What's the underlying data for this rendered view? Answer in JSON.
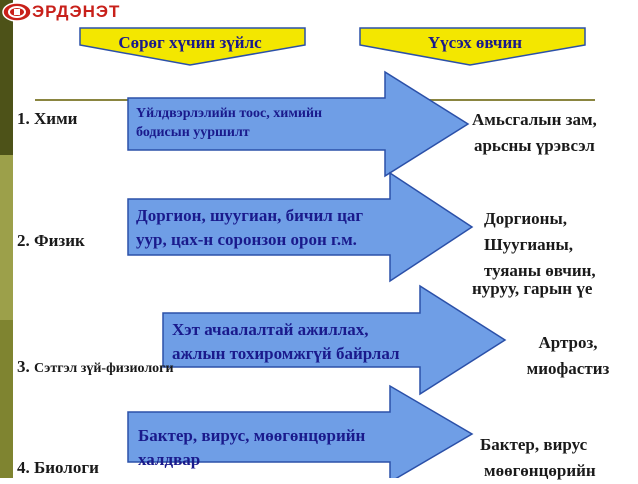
{
  "logo": {
    "text": "ЭРДЭНЭТ"
  },
  "headers": {
    "cause": "Сөрөг хүчин зүйлс",
    "effect": "Үүсэх өвчин"
  },
  "rows": [
    {
      "label_main": "1. Хими",
      "label_small": "",
      "arrow_lines": [
        "Үйлдвэрлэлийн тоос, химийн",
        "бодисын ууршилт"
      ],
      "effect_lines": [
        "Амьсгалын зам,",
        "арьсны үрэвсэл"
      ]
    },
    {
      "label_main": "2. Физик",
      "label_small": "",
      "arrow_lines": [
        "Доргион, шуугиан, бичил цаг",
        "уур, цах-н соронзон орон г.м."
      ],
      "effect_lines": [
        "Доргионы,",
        "Шуугианы,",
        "туяаны өвчин,",
        "нуруу, гарын үе"
      ]
    },
    {
      "label_main": "3.",
      "label_small": "Сэтгэл зүй-физиологи",
      "arrow_lines": [
        "Хэт ачаалалтай ажиллах,",
        "ажлын тохиромжгүй байрлал"
      ],
      "effect_lines": [
        "Артроз,",
        "миофастиз"
      ]
    },
    {
      "label_main": "4. Биологи",
      "label_small": "",
      "arrow_lines": [
        "Бактер, вирус, мөөгөнцөрийн",
        "халдвар"
      ],
      "effect_lines": [
        "Бактер, вирус",
        "мөөгөнцөрийн"
      ]
    }
  ],
  "colors": {
    "sidebar_dark": "#4d5218",
    "sidebar_light": "#9ca04a",
    "arrow_fill": "#6f9ee6",
    "arrow_stroke": "#2b50a8",
    "header_fill": "#f3e700",
    "header_stroke": "#2b50a8",
    "label_text": "#1a1a8c",
    "logo_red": "#c8201a"
  },
  "icons": {
    "logo": "erdenet-emblem-icon"
  }
}
